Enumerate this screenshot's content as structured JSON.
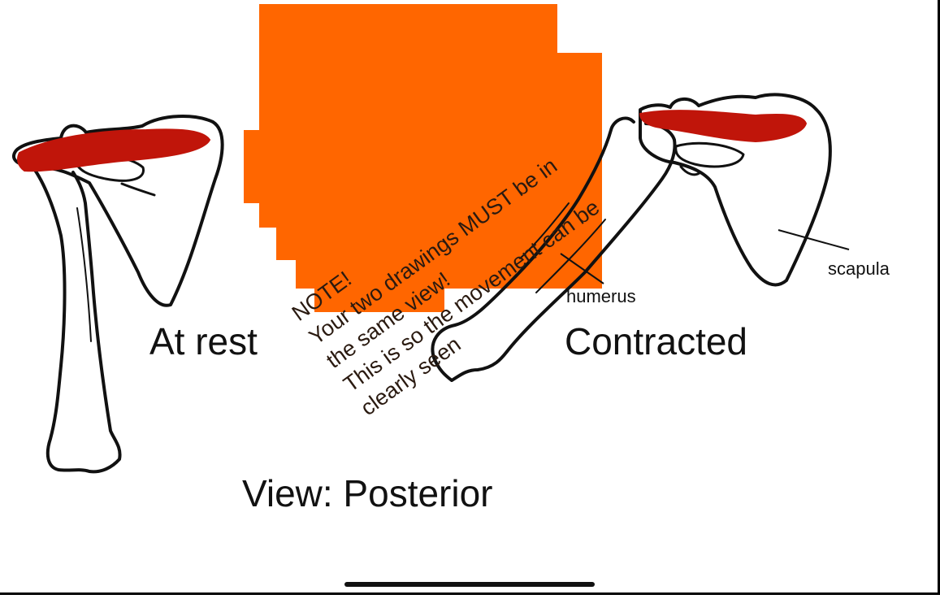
{
  "labels": {
    "at_rest": "At rest",
    "contracted": "Contracted",
    "view": "View: Posterior",
    "humerus": "humerus",
    "scapula": "scapula"
  },
  "note": {
    "line1": "NOTE!",
    "line2": "Your two drawings MUST be in",
    "line3": "the same view!",
    "line4": "This is so the movement can be",
    "line5": "clearly seen"
  },
  "colors": {
    "note_fill": "#ff6600",
    "muscle": "#c0150a",
    "bone_outline": "#111111"
  }
}
